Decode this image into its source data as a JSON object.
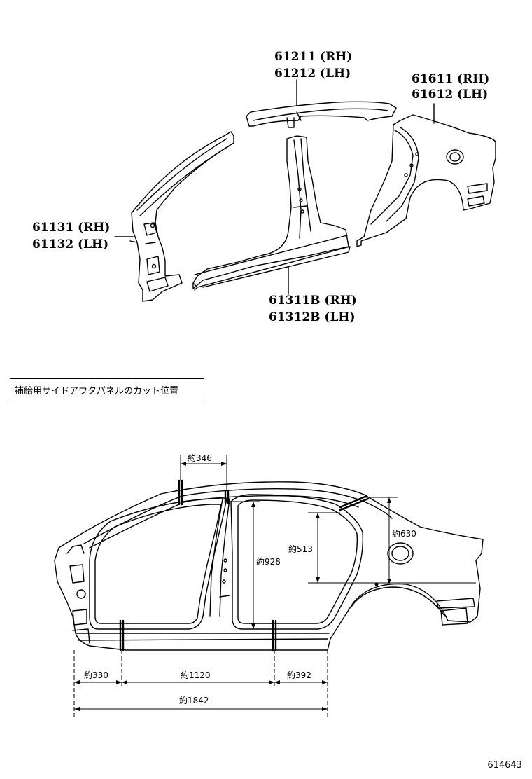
{
  "part_labels": {
    "roof_side_rail": [
      "61211 (RH)",
      "61212 (LH)"
    ],
    "quarter_panel": [
      "61611 (RH)",
      "61612 (LH)"
    ],
    "front_pillar": [
      "61131 (RH)",
      "61132 (LH)"
    ],
    "rocker_panel": [
      "61311B (RH)",
      "61312B (LH)"
    ]
  },
  "note_box": {
    "text": "補給用サイドアウタパネルのカット位置"
  },
  "dimensions": {
    "d346": "約346",
    "d928": "約928",
    "d513": "約513",
    "d630": "約630",
    "d330": "約330",
    "d1120": "約1120",
    "d392": "約392",
    "d1842": "約1842"
  },
  "reference_id": "614643"
}
